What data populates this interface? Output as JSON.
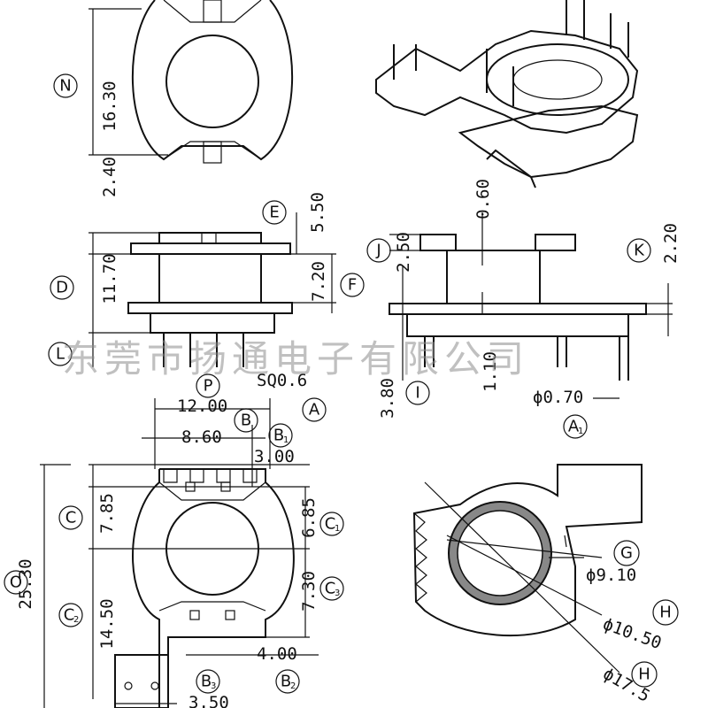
{
  "watermark": "东莞市扬通电子有限公司",
  "labels": {
    "N": "N",
    "E": "E",
    "D": "D",
    "F": "F",
    "L": "L",
    "P": "P",
    "A": "A",
    "B": "B",
    "B1": "B",
    "B1_sub": "1",
    "B2": "B",
    "B2_sub": "2",
    "B3": "B",
    "B3_sub": "3",
    "C": "C",
    "C1": "C",
    "C1_sub": "1",
    "C2": "C",
    "C2_sub": "2",
    "C3": "C",
    "C3_sub": "3",
    "O": "O",
    "J": "J",
    "K": "K",
    "I": "I",
    "A1": "A",
    "A1_sub": "1",
    "G": "G",
    "H1": "H",
    "H2": "H"
  },
  "dims": {
    "d_16_30": "16.30",
    "d_2_40": "2.40",
    "d_5_50": "5.50",
    "d_11_70": "11.70",
    "d_7_20": "7.20",
    "d_sq": "SQ0.6",
    "d_12_00": "12.00",
    "d_8_60": "8.60",
    "d_3_00": "3.00",
    "d_7_85": "7.85",
    "d_6_85": "6.85",
    "d_25_30": "25.30",
    "d_7_30": "7.30",
    "d_14_50": "14.50",
    "d_4_00": "4.00",
    "d_3_50": "3.50",
    "d_0_60": "0.60",
    "d_2_50": "2.50",
    "d_2_20": "2.20",
    "d_1_10": "1.10",
    "d_3_80": "3.80",
    "d_phi_070": "ϕ0.70",
    "d_phi_910": "ϕ9.10",
    "d_phi_1050": "ϕ10.50",
    "d_phi_175": "ϕ17.5"
  },
  "colors": {
    "line": "#111111",
    "watermark": "#8c8c8c",
    "ring_fill": "#888888"
  }
}
